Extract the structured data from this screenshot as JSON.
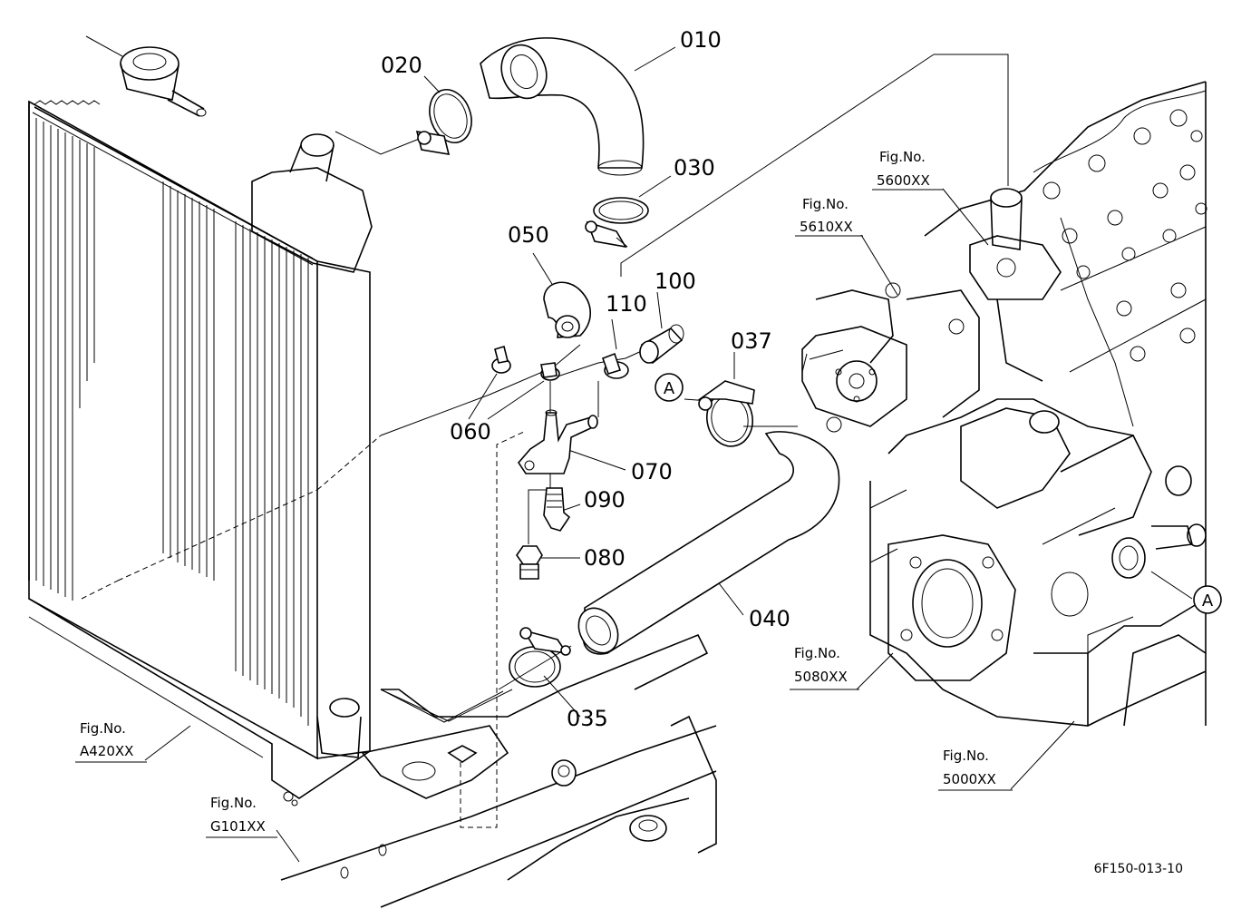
{
  "drawing": {
    "reference_code": "6F150-013-10"
  },
  "parts": [
    {
      "id": "p010",
      "number": "010"
    },
    {
      "id": "p020",
      "number": "020"
    },
    {
      "id": "p030",
      "number": "030"
    },
    {
      "id": "p035",
      "number": "035"
    },
    {
      "id": "p037",
      "number": "037"
    },
    {
      "id": "p040",
      "number": "040"
    },
    {
      "id": "p050",
      "number": "050"
    },
    {
      "id": "p060",
      "number": "060"
    },
    {
      "id": "p070",
      "number": "070"
    },
    {
      "id": "p080",
      "number": "080"
    },
    {
      "id": "p090",
      "number": "090"
    },
    {
      "id": "p100",
      "number": "100"
    },
    {
      "id": "p110",
      "number": "110"
    }
  ],
  "figure_refs": [
    {
      "prefix": "Fig.No.",
      "code": "5600XX"
    },
    {
      "prefix": "Fig.No.",
      "code": "5610XX"
    },
    {
      "prefix": "Fig.No.",
      "code": "5080XX"
    },
    {
      "prefix": "Fig.No.",
      "code": "5000XX"
    },
    {
      "prefix": "Fig.No.",
      "code": "A420XX"
    },
    {
      "prefix": "Fig.No.",
      "code": "G101XX"
    }
  ],
  "connection_markers": [
    {
      "letter": "A"
    },
    {
      "letter": "A"
    }
  ]
}
